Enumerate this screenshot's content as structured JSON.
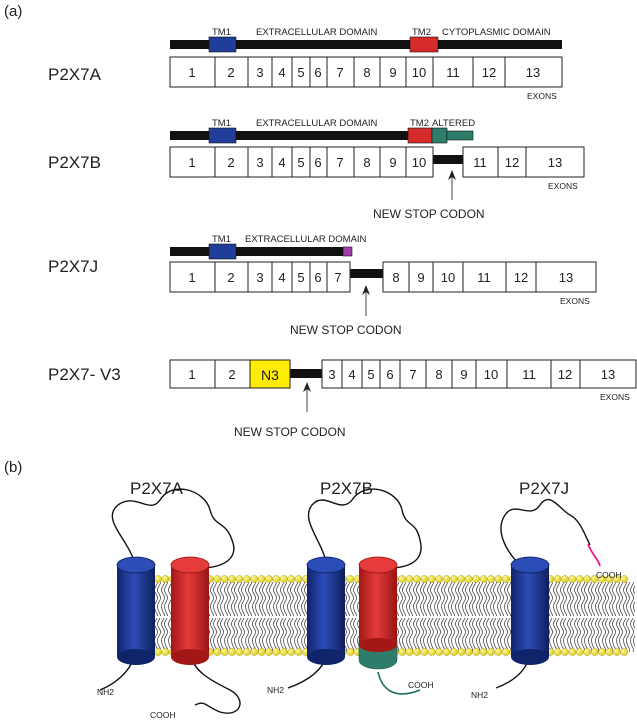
{
  "panels": {
    "a": "(a)",
    "b": "(b)"
  },
  "labels": {
    "tm1": "TM1",
    "tm2": "TM2",
    "extracellular": "EXTRACELLULAR DOMAIN",
    "cytoplasmic": "CYTOPLASMIC DOMAIN",
    "altered": "ALTERED",
    "exons": "EXONS",
    "new_stop": "NEW STOP CODON",
    "nh2": "NH2",
    "cooh": "COOH"
  },
  "variants": {
    "p2x7a": {
      "name": "P2X7A",
      "exons": [
        "1",
        "2",
        "3",
        "4",
        "5",
        "6",
        "7",
        "8",
        "9",
        "10",
        "11",
        "12",
        "13"
      ]
    },
    "p2x7b": {
      "name": "P2X7B",
      "exons": [
        "1",
        "2",
        "3",
        "4",
        "5",
        "6",
        "7",
        "8",
        "9",
        "10",
        "11",
        "12",
        "13"
      ]
    },
    "p2x7j": {
      "name": "P2X7J",
      "exons": [
        "1",
        "2",
        "3",
        "4",
        "5",
        "6",
        "7",
        "8",
        "9",
        "10",
        "11",
        "12",
        "13"
      ]
    },
    "p2x7v3": {
      "name": "P2X7- V3",
      "exons": [
        "1",
        "2",
        "N3",
        "3",
        "4",
        "5",
        "6",
        "7",
        "8",
        "9",
        "10",
        "11",
        "12",
        "13"
      ]
    }
  },
  "receptors": {
    "a": "P2X7A",
    "b": "P2X7B",
    "j": "P2X7J"
  },
  "colors": {
    "tm1": "#1f3d99",
    "tm2": "#d62b2b",
    "altered": "#2e7d6b",
    "purple": "#a23ca6",
    "n3": "#ffec00",
    "lipid": "#e8dc1c",
    "magenta": "#e8168f",
    "teal": "#1f6f60"
  }
}
